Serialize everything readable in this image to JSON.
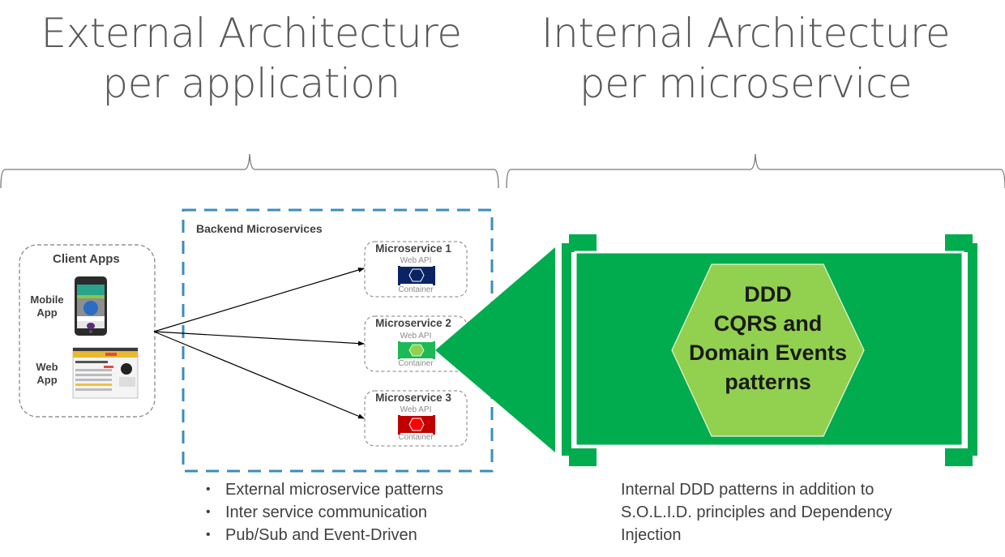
{
  "headings": {
    "external": {
      "line1": "External Architecture",
      "line2": "per application"
    },
    "internal": {
      "line1": "Internal Architecture",
      "line2": "per microservice"
    }
  },
  "client_apps": {
    "title": "Client Apps",
    "mobile": {
      "line1": "Mobile",
      "line2": "App"
    },
    "web": {
      "line1": "Web",
      "line2": "App"
    }
  },
  "backend": {
    "title": "Backend Microservices",
    "microservices": [
      {
        "name": "Microservice 1",
        "api_label": "Web API",
        "container_label": "Container",
        "color": "#0a2463",
        "hex_color": "#0a2463"
      },
      {
        "name": "Microservice 2",
        "api_label": "Web API",
        "container_label": "Container",
        "color": "#1db954",
        "hex_color": "#92d050"
      },
      {
        "name": "Microservice 3",
        "api_label": "Web API",
        "container_label": "Container",
        "color": "#c00000",
        "hex_color": "#ff0000"
      }
    ]
  },
  "internal_container": {
    "lines": [
      "DDD",
      "CQRS and",
      "Domain Events",
      "patterns"
    ]
  },
  "external_bullets": [
    "External microservice patterns",
    "Inter service communication",
    "Pub/Sub and Event-Driven"
  ],
  "internal_description": {
    "lines": [
      "Internal DDD patterns in addition to",
      "S.O.L.I.D. principles and Dependency",
      "Injection"
    ]
  },
  "colors": {
    "green": "#00ac4e",
    "light_green": "#92d050",
    "backend_border": "#3a8dbd",
    "dashed_gray": "#7f7f7f"
  }
}
